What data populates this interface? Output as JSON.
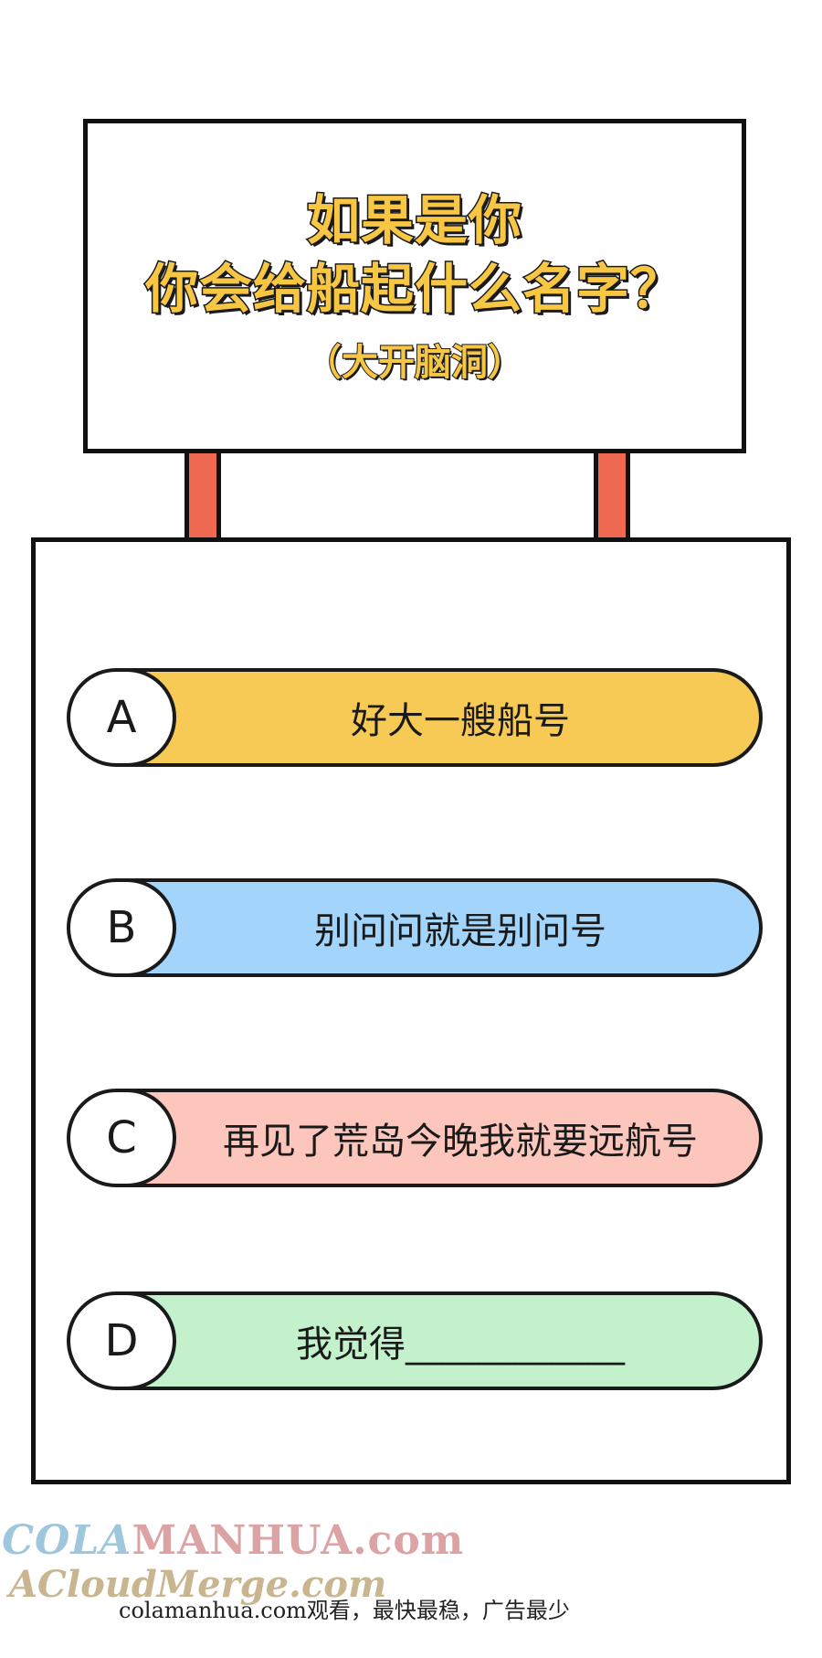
{
  "sign": {
    "title_line1": "如果是你",
    "title_line2": "你会给船起什么名字？",
    "subtitle": "（大开脑洞）"
  },
  "options": [
    {
      "letter": "A",
      "text": "好大一艘船号",
      "color": "#f7c955"
    },
    {
      "letter": "B",
      "text": "别问问就是别问号",
      "color": "#a3d4fb"
    },
    {
      "letter": "C",
      "text": "再见了荒岛今晚我就要远航号",
      "color": "#fdc6bc"
    },
    {
      "letter": "D",
      "text": "我觉得____________",
      "color": "#c3f1cc"
    }
  ],
  "watermark": {
    "line1_a": "COLA",
    "line1_b": "MANHUA.com",
    "line2": "ACloudMerge.com",
    "footer": "colamanhua.com观看，最快最稳，广告最少"
  }
}
